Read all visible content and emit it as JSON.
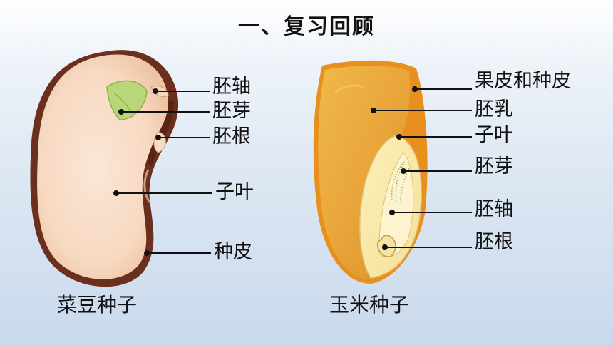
{
  "title": "一、复习回顾",
  "bean": {
    "caption": "菜豆种子",
    "labels": {
      "hypocotyl": "胚轴",
      "plumule": "胚芽",
      "radicle": "胚根",
      "cotyledon": "子叶",
      "seed_coat": "种皮"
    }
  },
  "corn": {
    "caption": "玉米种子",
    "labels": {
      "pericarp_seed_coat": "果皮和种皮",
      "endosperm": "胚乳",
      "cotyledon": "子叶",
      "plumule": "胚芽",
      "hypocotyl": "胚轴",
      "radicle": "胚根"
    }
  }
}
